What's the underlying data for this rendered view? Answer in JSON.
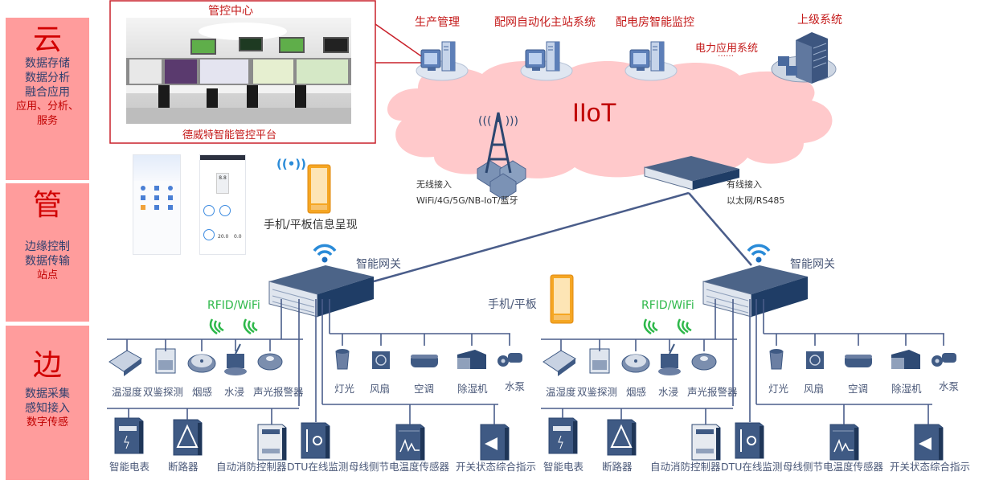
{
  "tiers": [
    {
      "title": "云",
      "lines": [
        "数据存储",
        "数据分析",
        "融合应用"
      ],
      "red_lines": [
        "应用、分析、",
        "服务"
      ]
    },
    {
      "title": "管",
      "lines": [
        "边缘控制",
        "数据传输"
      ],
      "red_lines": [
        "站点"
      ]
    },
    {
      "title": "边",
      "lines": [
        "数据采集",
        "感知接入"
      ],
      "red_lines": [
        "数字传感"
      ]
    }
  ],
  "control_center": {
    "title": "管控中心",
    "platform": "德威特智能管控平台"
  },
  "cloud": {
    "label": "IIoT",
    "systems": [
      "生产管理",
      "配网自动化主站系统",
      "配电房智能监控"
    ],
    "power_apps": "电力应用系统",
    "ellipsis": "……",
    "upper_system": "上级系统"
  },
  "access": {
    "wireless_title": "无线接入",
    "wireless_detail": "WiFi/4G/5G/NB-IoT/蓝牙",
    "wired_title": "有线接入",
    "wired_detail": "以太网/RS485"
  },
  "mobile": {
    "info_label": "手机/平板信息呈现",
    "phone_label": "手机/平板",
    "app_values": [
      "8.8",
      "20.0",
      "0.0"
    ]
  },
  "gateways": [
    {
      "label": "智能网关",
      "link": "RFID/WiFi",
      "sensors": [
        "温湿度",
        "双鉴探测",
        "烟感",
        "水浸",
        "声光报警器"
      ],
      "actuators": [
        "灯光",
        "风扇",
        "空调",
        "除湿机",
        "水泵"
      ],
      "devices": [
        "智能电表",
        "断路器",
        "自动消防控制器",
        "DTU在线监测",
        "母线侧节电温度传感器",
        "开关状态综合指示"
      ]
    },
    {
      "label": "智能网关",
      "link": "RFID/WiFi",
      "sensors": [
        "温湿度",
        "双鉴探测",
        "烟感",
        "水浸",
        "声光报警器"
      ],
      "actuators": [
        "灯光",
        "风扇",
        "空调",
        "除湿机",
        "水泵"
      ],
      "devices": [
        "智能电表",
        "断路器",
        "自动消防控制器",
        "DTU在线监测",
        "母线侧节电温度传感器",
        "开关状态综合指示"
      ]
    }
  ],
  "colors": {
    "tier_bg": "#ff9c9c",
    "accent_red": "#c41a1a",
    "cloud_pink": "#ffc9cb",
    "device_blue": "#3f5a84",
    "line_blue": "#4a5d8a",
    "wifi_green": "#2eb84a",
    "tablet_orange": "#f5a623"
  }
}
